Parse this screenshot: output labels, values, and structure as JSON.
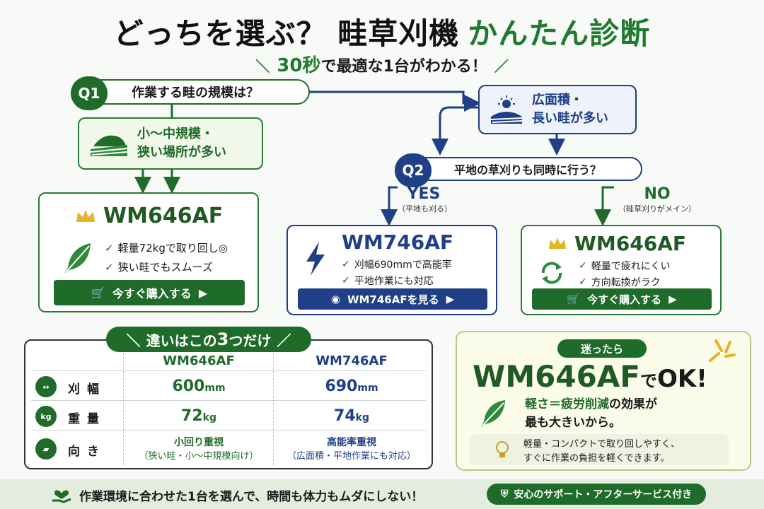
{
  "title": {
    "main": "どっちを選ぶ？ 畦草刈機",
    "accent": "かんたん診断"
  },
  "subtitle": {
    "seconds": "30秒",
    "rest": "で最適な1台がわかる！"
  },
  "colors": {
    "green": "#1f6b2a",
    "blue": "#1f3f86",
    "cream": "#fbfbe9"
  },
  "q1": {
    "badge": "Q1",
    "text": "作業する畦の規模は？"
  },
  "q2": {
    "badge": "Q2",
    "text": "平地の草刈りも同時に行う？"
  },
  "small_scale": {
    "line1": "小～中規模・",
    "line2": "狭い場所が多い",
    "icon": "field-icon"
  },
  "large_scale": {
    "line1": "広面積・",
    "line2": "長い畦が多い",
    "icon": "sun-field-icon"
  },
  "yes": {
    "label": "YES",
    "note": "（平地も刈る）"
  },
  "no": {
    "label": "NO",
    "note": "（畦草刈りがメイン）"
  },
  "card_left": {
    "name": "WM646AF",
    "icon": "feather-icon",
    "features": [
      "軽量72kgで取り回し◎",
      "狭い畦でもスムーズ"
    ],
    "button": "今すぐ購入する"
  },
  "card_mid": {
    "name": "WM746AF",
    "icon": "lightning-icon",
    "features": [
      "刈幅690mmで高能率",
      "平地作業にも対応"
    ],
    "button": "WM746AFを見る"
  },
  "card_right": {
    "name": "WM646AF",
    "icon": "rotate-icon",
    "features": [
      "軽量で疲れにくい",
      "方向転換がラク"
    ],
    "button": "今すぐ購入する"
  },
  "compare": {
    "title_pre": "違いはこの",
    "title_num": "3",
    "title_post": "つだけ",
    "col1": "WM646AF",
    "col2": "WM746AF",
    "rows": [
      {
        "label": "刈幅",
        "c1_num": "600",
        "c1_unit": "mm",
        "c2_num": "690",
        "c2_unit": "mm"
      },
      {
        "label": "重量",
        "c1_num": "72",
        "c1_unit": "kg",
        "c2_num": "74",
        "c2_unit": "kg"
      }
    ],
    "row3": {
      "label": "向き",
      "c1_main": "小回り重視",
      "c1_sub": "（狭い畦・小～中規模向け）",
      "c2_main": "高能率重視",
      "c2_sub": "（広面積・平地作業にも対応）"
    },
    "kg_icon": "kg"
  },
  "recommend": {
    "tag": "迷ったら",
    "model": "WM646AF",
    "de": "で",
    "ok": "OK!",
    "line1_hl": "軽さ＝疲労削減",
    "line1_rest": "の効果が",
    "line2": "最も大きいから。",
    "tip1": "軽量・コンパクトで取り回しやすく、",
    "tip2": "すぐに作業の負担を軽くできます。"
  },
  "footer": {
    "text": "作業環境に合わせた1台を選んで、時間も体力もムダにしない！",
    "badge": "安心のサポート・アフターサービス付き"
  }
}
